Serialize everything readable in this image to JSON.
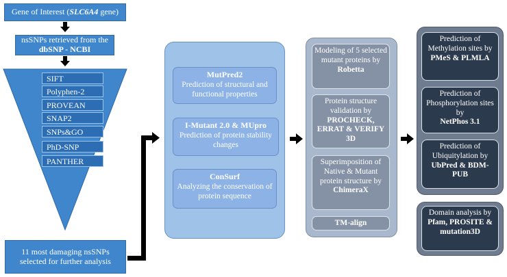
{
  "left": {
    "gene_prefix": "Gene of Interest (",
    "gene_name": "SLC6A4",
    "gene_suffix": " gene)",
    "retrieved_line1": "nsSNPs retrieved from the",
    "retrieved_source": "dbSNP - NCBI",
    "tools": [
      "SIFT",
      "Polyphen-2",
      "PROVEAN",
      "SNAP2",
      "SNPs&GO",
      "PhD-SNP",
      "PANTHER"
    ],
    "result": "11 most damaging nsSNPs selected for further analysis"
  },
  "middle": {
    "cards": [
      {
        "title": "MutPred2",
        "desc": "Prediction of structural and functional properties"
      },
      {
        "title": "I-Mutant 2.0 & MUpro",
        "desc": "Prediction of protein stability changes"
      },
      {
        "title": "ConSurf",
        "desc": "Analyzing the conservation of protein sequence"
      }
    ]
  },
  "structure": {
    "card1_text": "Modeling of 5 selected mutant proteins by",
    "card1_tool": "Robetta",
    "card2_text": "Protein structure validation by",
    "card2_tool": "PROCHECK, ERRAT & VERIFY 3D",
    "card3_text": "Superimposition of Native & Mutant protein structure by",
    "card3_tool": "ChimeraX",
    "card4_tool": "TM-align"
  },
  "ptm": {
    "card1_text": "Prediction of Methylation sites by",
    "card1_tool": "PMeS & PLMLA",
    "card2_text": "Prediction of Phosphorylation sites by",
    "card2_tool": "NetPhos 3.1",
    "card3_text": "Prediction of Ubiquitylation by",
    "card3_tool": "UbPred & BDM-PUB"
  },
  "domain": {
    "text": "Domain analysis by",
    "tool": "Pfam, PROSITE & mutation3D"
  }
}
